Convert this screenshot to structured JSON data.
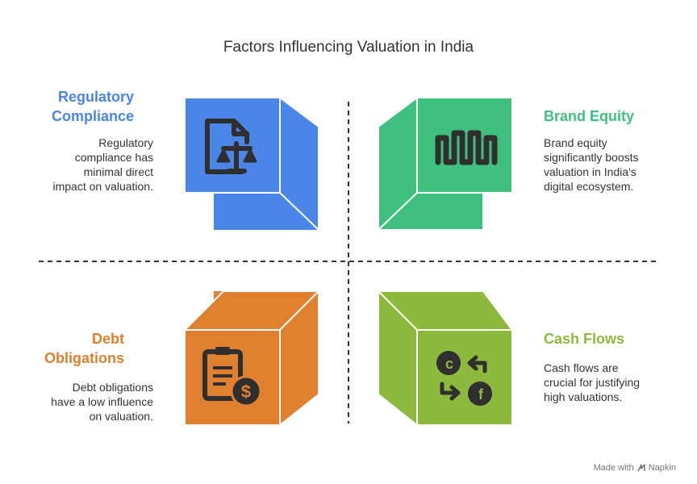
{
  "title": "Factors Influencing Valuation in India",
  "quadrants": {
    "regulatory": {
      "heading_line1": "Regulatory",
      "heading_line2": "Compliance",
      "desc_line1": "Regulatory",
      "desc_line2": "compliance has",
      "desc_line3": "minimal direct",
      "desc_line4": "impact on valuation.",
      "icon": "document-scale-icon",
      "color": "#4a86e8"
    },
    "brand": {
      "heading": "Brand Equity",
      "desc_line1": "Brand equity",
      "desc_line2": "significantly boosts",
      "desc_line3": "valuation in India's",
      "desc_line4": "digital ecosystem.",
      "icon": "waveform-icon",
      "color": "#3ec07e"
    },
    "debt": {
      "heading_line1": "Debt",
      "heading_line2": "Obligations",
      "desc_line1": "Debt obligations",
      "desc_line2": "have a low influence",
      "desc_line3": "on valuation.",
      "icon": "invoice-dollar-icon",
      "color": "#e07f2e"
    },
    "cash": {
      "heading": "Cash Flows",
      "desc_line1": "Cash flows are",
      "desc_line2": "crucial for justifying",
      "desc_line3": "high valuations.",
      "icon": "exchange-icon",
      "color": "#8db93c"
    }
  },
  "footer": {
    "made_with": "Made with",
    "brand": "Napkin"
  }
}
